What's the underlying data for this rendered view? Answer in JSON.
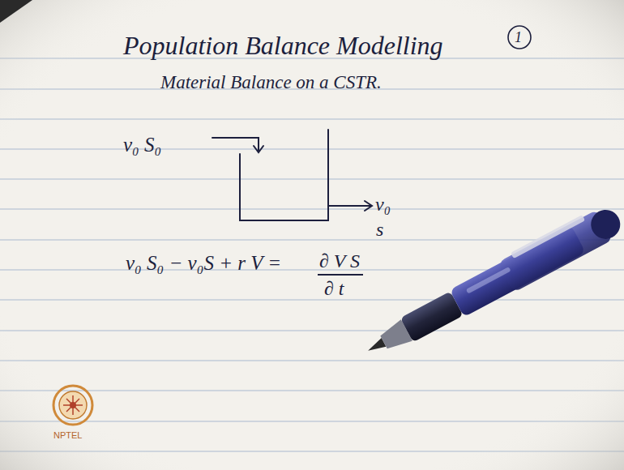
{
  "diagram": {
    "title": "Population Balance Modelling",
    "labels": [
      "1",
      "Material Balance on a CSTR.",
      "v₀ S₀",
      "v₀",
      "s",
      "v₀ S₀ − v₀S + r V =",
      "∂ V S",
      "∂ t",
      "NPTEL"
    ]
  }
}
